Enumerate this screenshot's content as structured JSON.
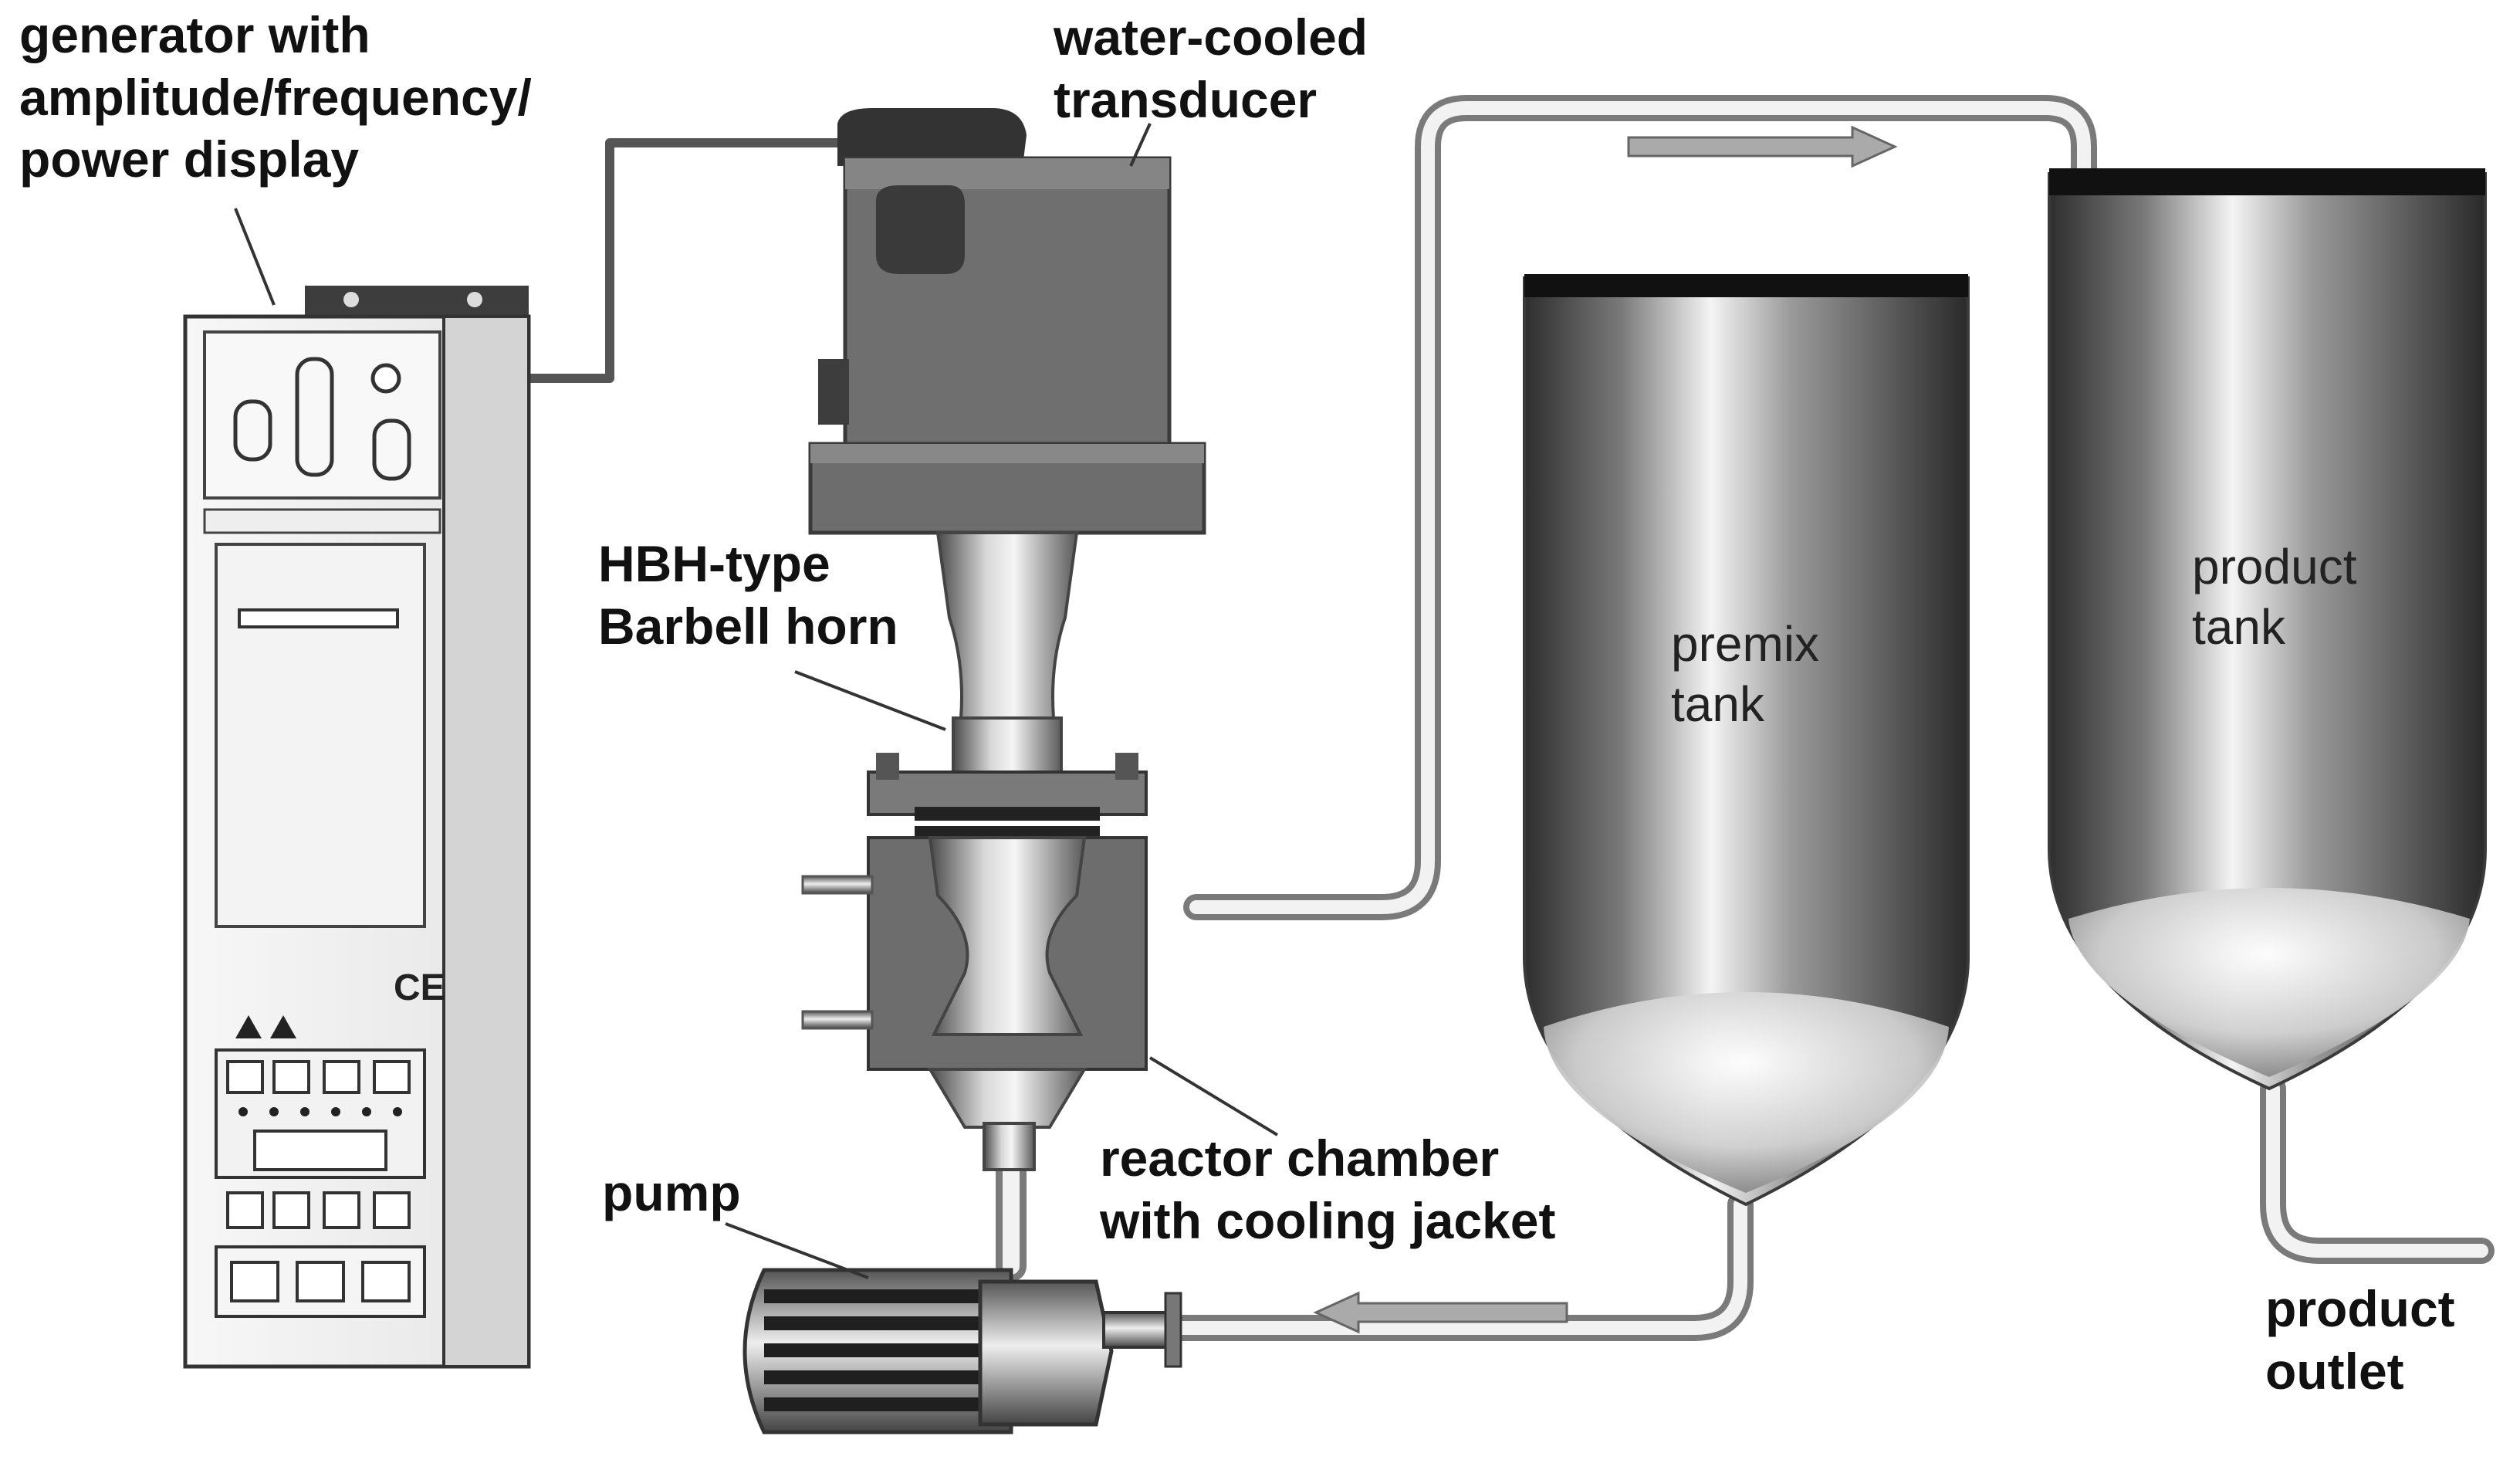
{
  "labels": {
    "generator": "generator with\namplitude/frequency/\npower display",
    "transducer": "water-cooled\ntransducer",
    "horn": "HBH-type\nBarbell horn",
    "premix_tank": "premix\ntank",
    "product_tank": "product\ntank",
    "reactor": "reactor chamber\nwith cooling jacket",
    "pump": "pump",
    "product_outlet": "product\noutlet"
  },
  "icons": {
    "ce_mark": "ce-mark-icon",
    "warning": "warning-triangle-icon",
    "flow_arrow": "flow-arrow-icon"
  },
  "colors": {
    "steel_dark": "#3a3a3a",
    "steel_mid": "#8c8c8c",
    "steel_light": "#e6e6e6",
    "transducer_grey": "#6f6f6f",
    "cabinet_light": "#f2f2f2",
    "text": "#111111"
  }
}
